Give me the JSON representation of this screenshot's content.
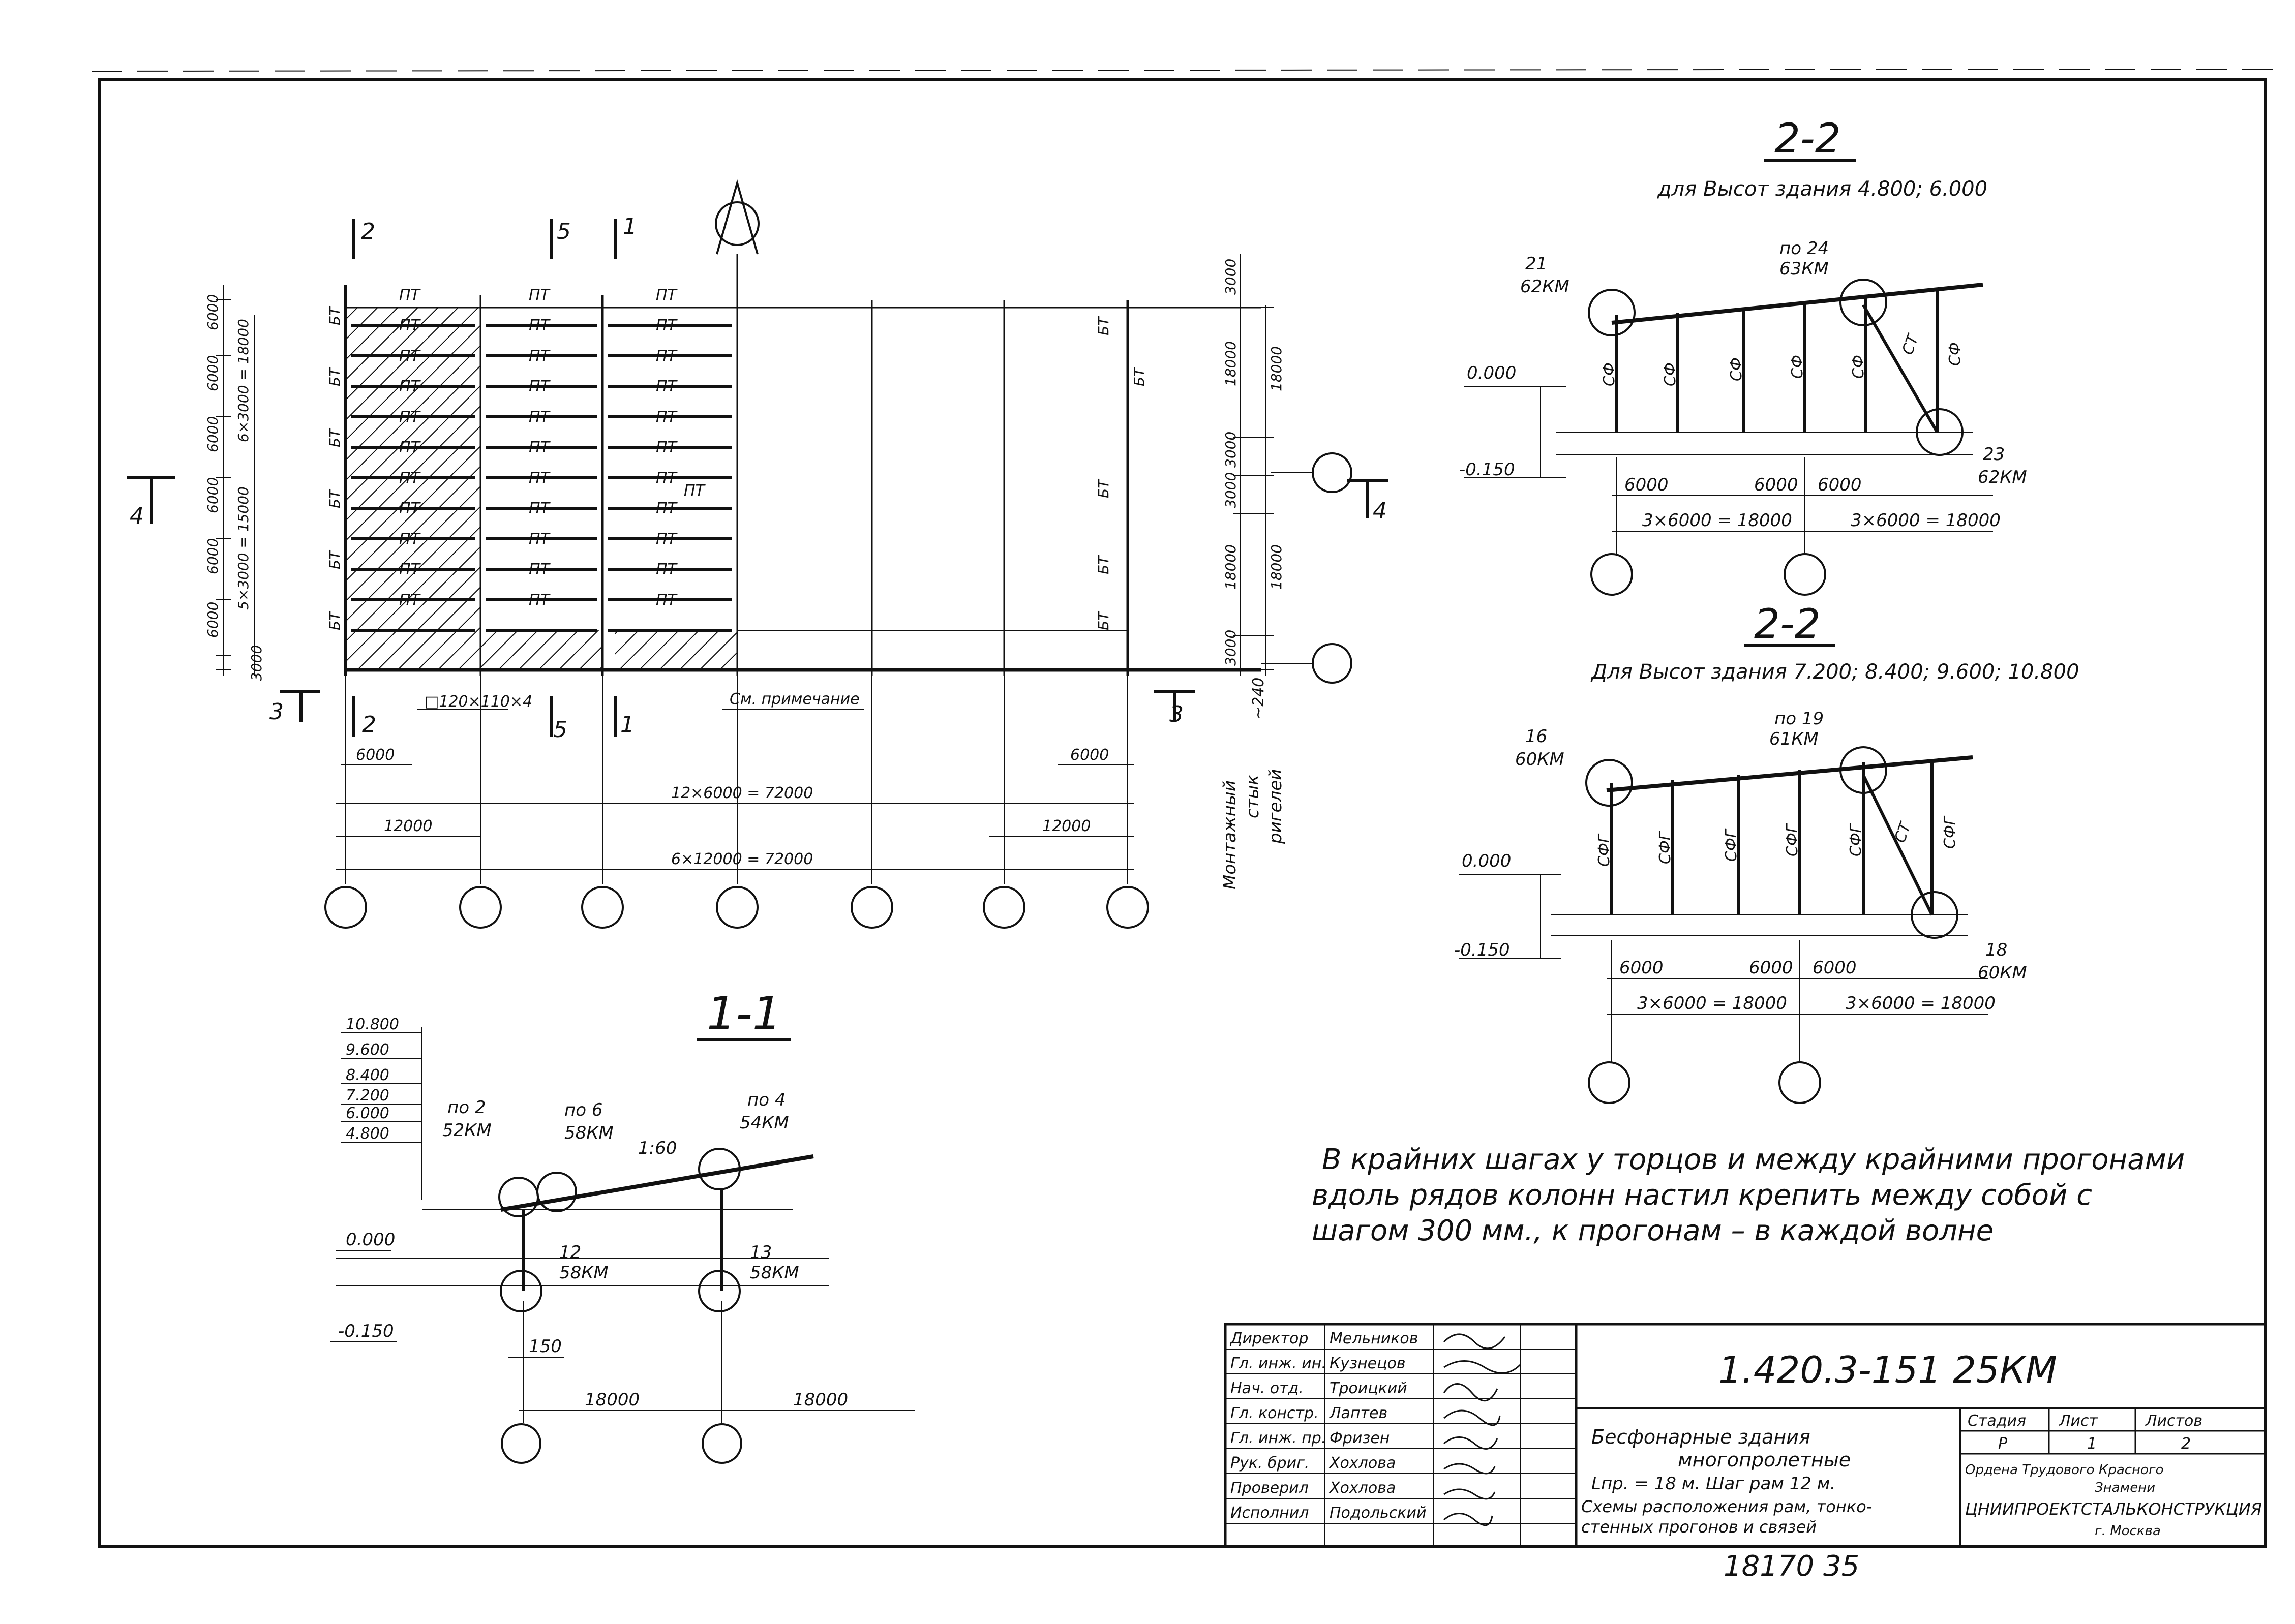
{
  "plan": {
    "section_marks": [
      "2",
      "5",
      "1",
      "2",
      "5",
      "1",
      "3",
      "3",
      "4",
      "4"
    ],
    "beam_labels": [
      "ПТ",
      "ПТ",
      "ПТ",
      "ПТ",
      "ПТ",
      "ПТ",
      "ПТ",
      "ПТ",
      "ПТ",
      "ПТ",
      "ПТ"
    ],
    "pt_extra": "ПТ",
    "bt_label": "БТ",
    "left_dims": [
      "6000",
      "6000",
      "6000",
      "6000",
      "6000",
      "6000",
      "3000"
    ],
    "left_chain_a": "6×3000 = 18000",
    "left_chain_b": "5×3000 = 15000",
    "right_dims": [
      "3000",
      "18000",
      "3000",
      "3000",
      "18000",
      "3000"
    ],
    "right_totals": [
      "18000",
      "18000"
    ],
    "note_ref": "□120×110×4",
    "note_callout": "См. примечание",
    "bottom_dim_left": "6000",
    "bottom_dim_right": "6000",
    "chain_1": "12×6000 = 72000",
    "span_left": "12000",
    "span_right": "12000",
    "chain_2": "6×12000 = 72000",
    "offset": "~240",
    "vertical_note": [
      "Монтажный",
      "стык",
      "ригелей"
    ]
  },
  "section_1_1": {
    "title": "1-1",
    "levels": [
      "10.800",
      "9.600",
      "8.400",
      "7.200",
      "6.000",
      "4.800"
    ],
    "callouts": [
      {
        "ref": "по 2",
        "sheet": "52КМ"
      },
      {
        "ref": "по 6",
        "sheet": "58КМ"
      },
      {
        "ref": "по 4",
        "sheet": "54КМ"
      },
      {
        "ref": "12",
        "sheet": "58КМ"
      },
      {
        "ref": "13",
        "sheet": "58КМ"
      }
    ],
    "slope": "1:60",
    "level_zero": "0.000",
    "level_minus": "-0.150",
    "offset_150": "150",
    "spans": [
      "18000",
      "18000"
    ]
  },
  "section_2_2_a": {
    "title": "2-2",
    "subtitle": "для Высот здания 4.800; 6.000",
    "callouts": [
      {
        "ref": "21",
        "sheet": "62КМ"
      },
      {
        "ref": "по 24",
        "sheet": "63КМ"
      },
      {
        "ref": "23",
        "sheet": "62КМ"
      }
    ],
    "column_labels": [
      "СФ",
      "СФ",
      "СФ",
      "СФ",
      "СФ",
      "СФ"
    ],
    "brace_label": "СТ",
    "level_zero": "0.000",
    "level_minus": "-0.150",
    "dims": [
      "6000",
      "6000",
      "6000"
    ],
    "chains": [
      "3×6000 = 18000",
      "3×6000 = 18000"
    ]
  },
  "section_2_2_b": {
    "title": "2-2",
    "subtitle": "Для Высот здания 7.200; 8.400; 9.600; 10.800",
    "callouts": [
      {
        "ref": "16",
        "sheet": "60КМ"
      },
      {
        "ref": "по 19",
        "sheet": "61КМ"
      },
      {
        "ref": "18",
        "sheet": "60КМ"
      }
    ],
    "column_labels": [
      "СФГ",
      "СФГ",
      "СФГ",
      "СФГ",
      "СФГ",
      "СФГ"
    ],
    "brace_label": "СТ",
    "level_zero": "0.000",
    "level_minus": "-0.150",
    "dims": [
      "6000",
      "6000",
      "6000"
    ],
    "chains": [
      "3×6000 = 18000",
      "3×6000 = 18000"
    ]
  },
  "note": [
    "В крайних шагах у торцов и между крайними прогонами",
    "вдоль рядов колонн настил крепить между собой с",
    "шагом 300 мм., к прогонам – в каждой волне"
  ],
  "title_block": {
    "roles": [
      "Директор",
      "Гл. инж. ин.",
      "Нач. отд.",
      "Гл. констр.",
      "Гл. инж. пр.",
      "Рук. бриг.",
      "Проверил",
      "Исполнил"
    ],
    "names": [
      "Мельников",
      "Кузнецов",
      "Троицкий",
      "Лаптев",
      "Фризен",
      "Хохлова",
      "Хохлова",
      "Подольский"
    ],
    "code": "1.420.3-151 25КМ",
    "desc_1": "Бесфонарные здания",
    "desc_2": "многопролетные",
    "desc_3": "Lпр. = 18 м. Шаг рам 12 м.",
    "desc_4": "Схемы расположения рам, тонко-",
    "desc_5": "стенных прогонов и связей",
    "stage_head": "Стадия",
    "sheet_head": "Лист",
    "sheets_head": "Листов",
    "stage": "Р",
    "sheet": "1",
    "sheets": "2",
    "org_1": "Ордена Трудового Красного",
    "org_2": "Знамени",
    "org_3": "ЦНИИПРОЕКТСТАЛЬКОНСТРУКЦИЯ",
    "org_4": "г. Москва"
  },
  "footer_number": "18170 35"
}
